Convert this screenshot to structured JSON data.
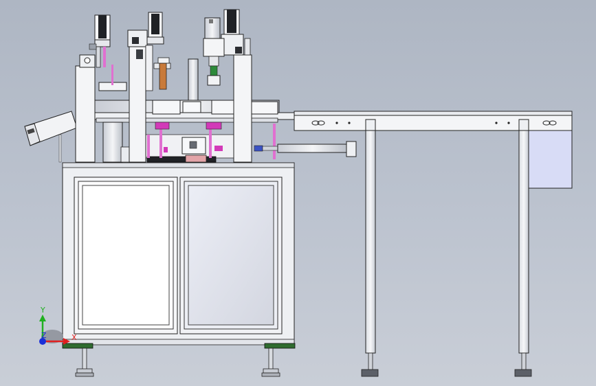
{
  "viewport": {
    "background_top": "#aeb6c3",
    "background_bottom": "#c9ced7"
  },
  "triad": {
    "x_label": "X",
    "y_label": "Y",
    "z_label": "Z",
    "x_color": "#e02020",
    "y_color": "#20b020",
    "z_color": "#1a2fd8"
  },
  "model": {
    "frame_color": "#f2f3f5",
    "edge_color": "#1a1a1a",
    "accent_pink": "#e070d0",
    "accent_magenta": "#d23ab8",
    "panel_blue": "#d8dcf6",
    "foot_green": "#2f6b2f"
  }
}
